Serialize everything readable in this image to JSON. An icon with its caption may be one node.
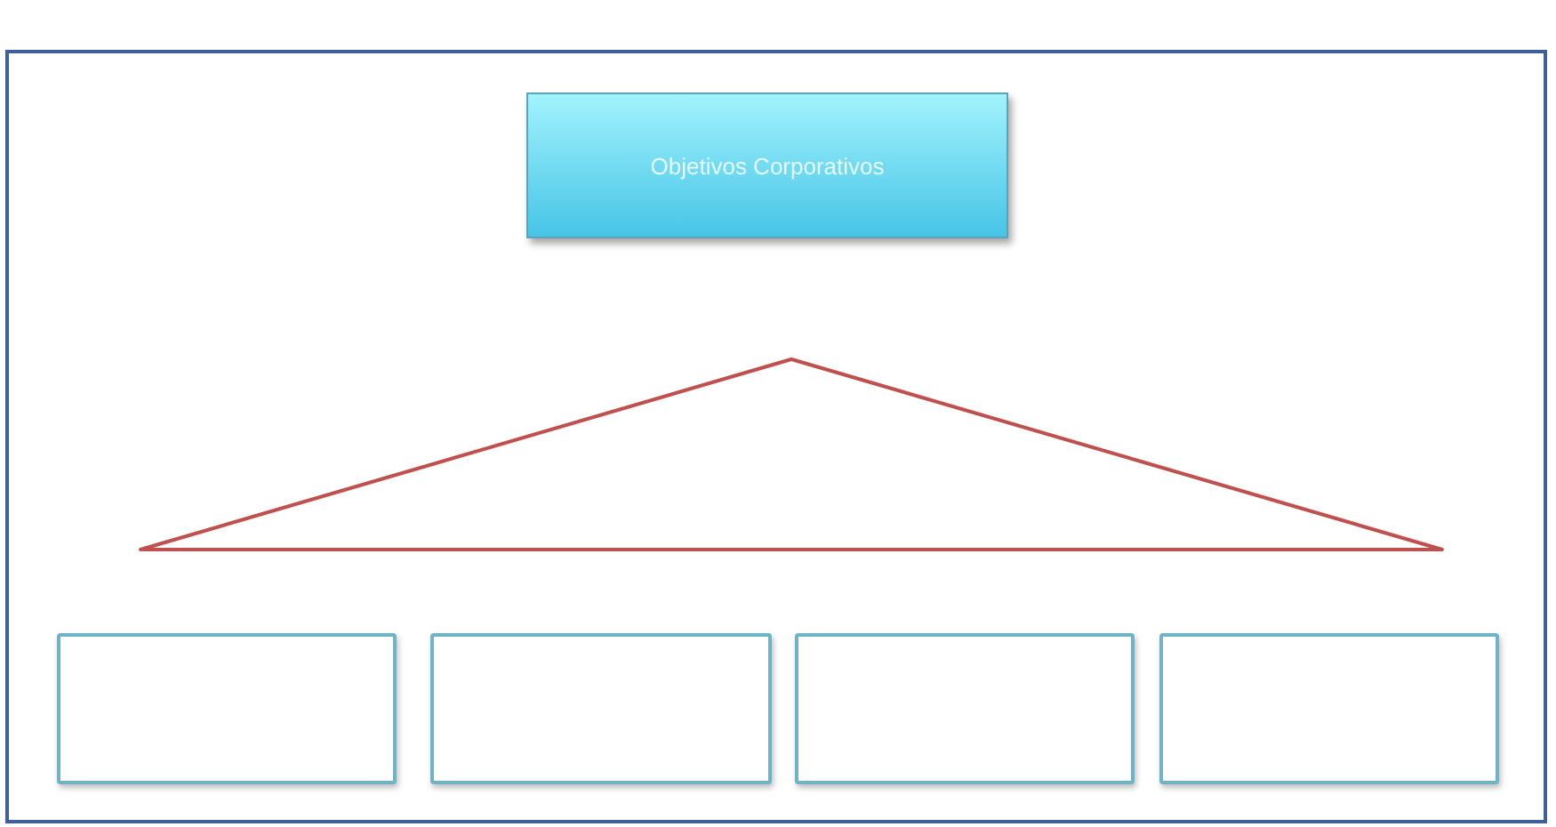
{
  "diagram": {
    "nodes": [
      {
        "text": [],
        "shape": "box"
      },
      {
        "text": [
          "Objetivos Corporativos"
        ],
        "in": 0
      },
      {
        "text": [],
        "shape": "triangle",
        "in": 0
      },
      {
        "text": [],
        "shape": "box",
        "in": 0
      },
      {
        "text": [],
        "shape": "box",
        "in": 0
      },
      {
        "text": [],
        "shape": "box",
        "in": 0
      },
      {
        "text": [],
        "shape": "box",
        "in": 0
      }
    ]
  }
}
